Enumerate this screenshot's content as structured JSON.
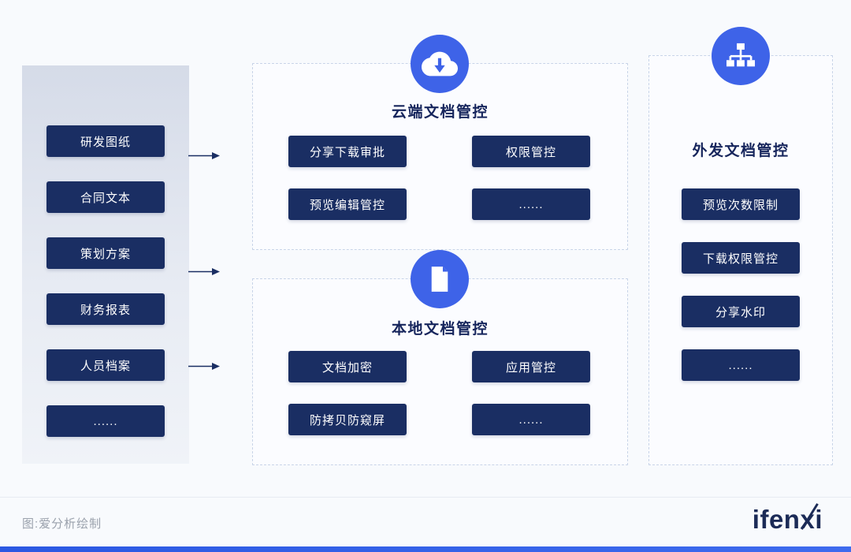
{
  "colors": {
    "accent_blue": "#3e63e8",
    "navy": "#1a2e63",
    "title_navy": "#16255c",
    "bottom_bar": "#2d5ce6"
  },
  "left_panel": {
    "items": [
      "研发图纸",
      "合同文本",
      "策划方案",
      "财务报表",
      "人员档案",
      "......"
    ]
  },
  "sections": {
    "cloud": {
      "icon": "cloud-download-icon",
      "title": "云端文档管控",
      "buttons": [
        "分享下载审批",
        "权限管控",
        "预览编辑管控",
        "......"
      ]
    },
    "local": {
      "icon": "document-icon",
      "title": "本地文档管控",
      "buttons": [
        "文档加密",
        "应用管控",
        "防拷贝防窥屏",
        "......"
      ]
    },
    "external": {
      "icon": "org-chart-icon",
      "title": "外发文档管控",
      "buttons": [
        "预览次数限制",
        "下载权限管控",
        "分享水印",
        "......"
      ]
    }
  },
  "footer": {
    "caption": "图:爱分析绘制",
    "logo_text": "ifenxi"
  }
}
